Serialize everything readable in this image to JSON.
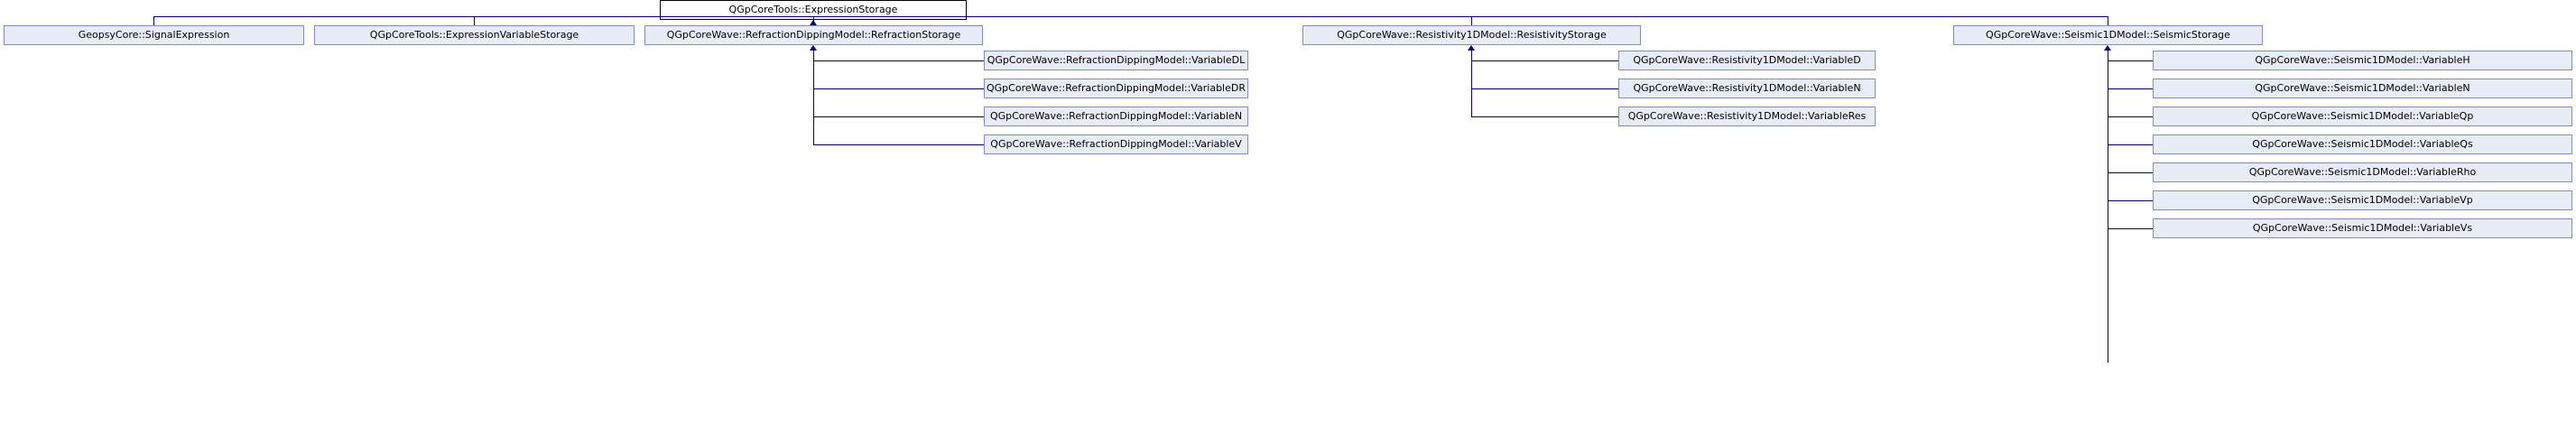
{
  "diagram": {
    "title": "QGpCoreTools::ExpressionStorage inheritance diagram",
    "type": "uml-class-inheritance",
    "colors": {
      "edge": "#00007f",
      "derived_fill": "#e7ecf6",
      "derived_border": "#7f8fbf",
      "root_fill": "#ffffff",
      "root_border": "#000000",
      "text": "#000000"
    }
  },
  "nodes": {
    "root": {
      "label": "QGpCoreTools::ExpressionStorage"
    },
    "level1": [
      {
        "label": "GeopsyCore::SignalExpression"
      },
      {
        "label": "QGpCoreTools::ExpressionVariableStorage"
      },
      {
        "label": "QGpCoreWave::RefractionDippingModel::RefractionStorage"
      },
      {
        "label": "QGpCoreWave::Resistivity1DModel::ResistivityStorage"
      },
      {
        "label": "QGpCoreWave::Seismic1DModel::SeismicStorage"
      }
    ],
    "refraction_children": [
      {
        "label": "QGpCoreWave::RefractionDippingModel::VariableDL"
      },
      {
        "label": "QGpCoreWave::RefractionDippingModel::VariableDR"
      },
      {
        "label": "QGpCoreWave::RefractionDippingModel::VariableN"
      },
      {
        "label": "QGpCoreWave::RefractionDippingModel::VariableV"
      }
    ],
    "resistivity_children": [
      {
        "label": "QGpCoreWave::Resistivity1DModel::VariableD"
      },
      {
        "label": "QGpCoreWave::Resistivity1DModel::VariableN"
      },
      {
        "label": "QGpCoreWave::Resistivity1DModel::VariableRes"
      }
    ],
    "seismic_children": [
      {
        "label": "QGpCoreWave::Seismic1DModel::VariableH"
      },
      {
        "label": "QGpCoreWave::Seismic1DModel::VariableN"
      },
      {
        "label": "QGpCoreWave::Seismic1DModel::VariableQp"
      },
      {
        "label": "QGpCoreWave::Seismic1DModel::VariableQs"
      },
      {
        "label": "QGpCoreWave::Seismic1DModel::VariableRho"
      },
      {
        "label": "QGpCoreWave::Seismic1DModel::VariableVp"
      },
      {
        "label": "QGpCoreWave::Seismic1DModel::VariableVs"
      }
    ]
  }
}
